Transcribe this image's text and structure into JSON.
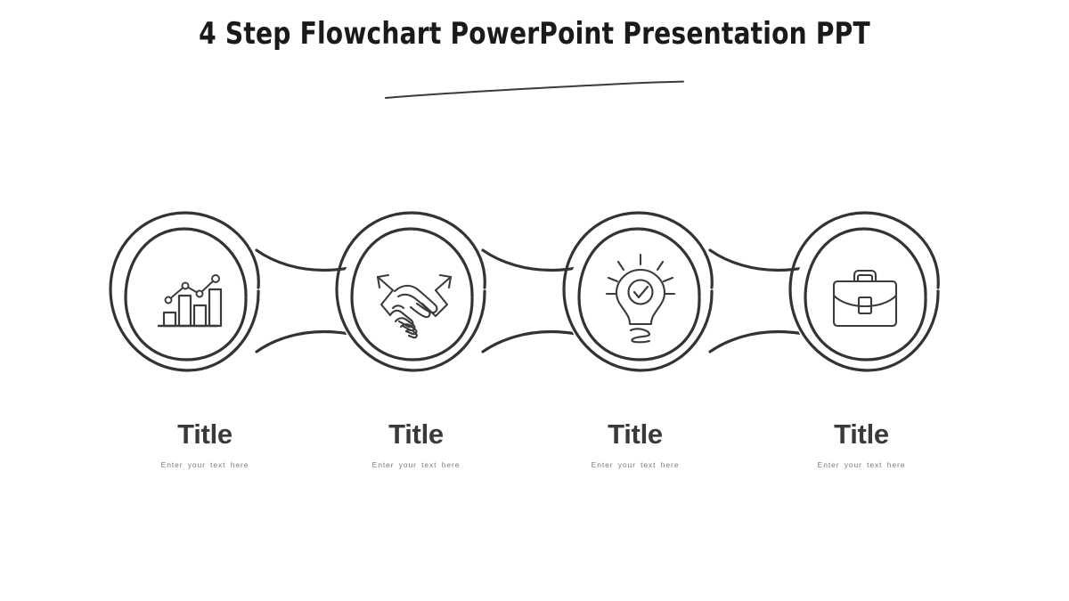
{
  "slide": {
    "title": "4 Step Flowchart PowerPoint Presentation PPT",
    "background_color": "#ffffff",
    "ink_color": "#333333",
    "title_color": "#1a1a1a",
    "caption_title_color": "#3a3a3a",
    "caption_sub_color": "#7a7a7a"
  },
  "steps": [
    {
      "index": "1",
      "icon": "bar-chart-growth-icon",
      "title": "Title",
      "subtitle": "Enter your text here"
    },
    {
      "index": "2",
      "icon": "handshake-icon",
      "title": "Title",
      "subtitle": "Enter your text here"
    },
    {
      "index": "3",
      "icon": "lightbulb-check-icon",
      "title": "Title",
      "subtitle": "Enter your text here"
    },
    {
      "index": "4",
      "icon": "briefcase-icon",
      "title": "Title",
      "subtitle": "Enter your text here"
    }
  ],
  "decor": {
    "title_underline": "hand-drawn-underline",
    "connector": "concave-arc-connector",
    "connector_count": "3"
  }
}
